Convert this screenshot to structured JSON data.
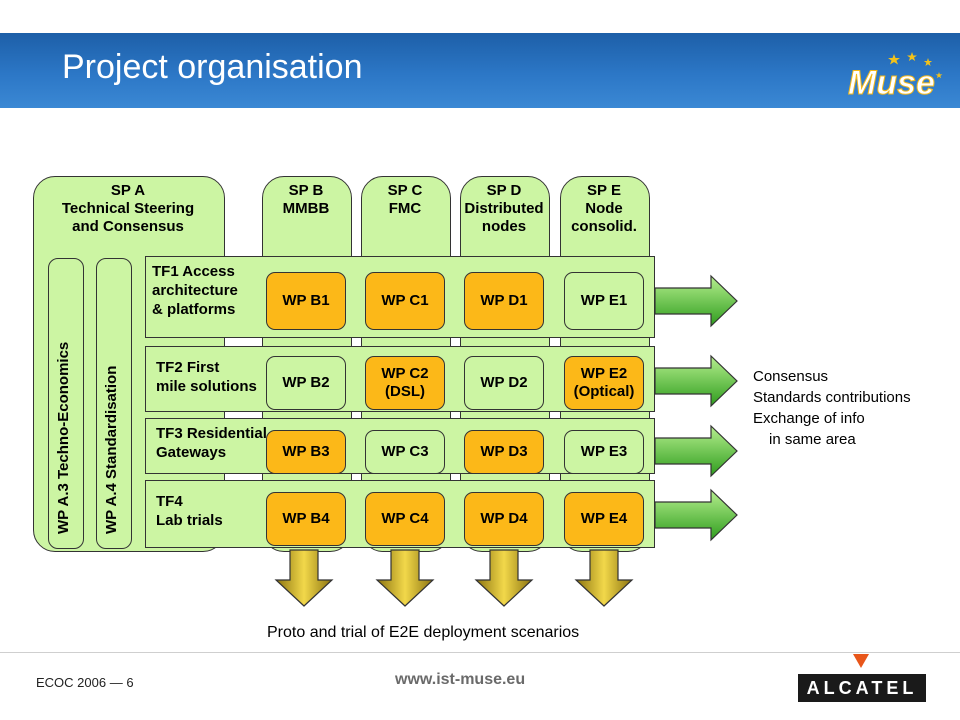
{
  "slide": {
    "title": "Project organisation",
    "logo_text": "Muse",
    "footer_left": "ECOC 2006 — 6",
    "footer_url": "www.ist-muse.eu",
    "alcatel": "ALCATEL"
  },
  "sp": {
    "a": [
      "SP A",
      "Technical Steering",
      "and Consensus"
    ],
    "b": [
      "SP B",
      "MMBB"
    ],
    "c": [
      "SP C",
      "FMC"
    ],
    "d": [
      "SP D",
      "Distributed",
      "nodes"
    ],
    "e": [
      "SP E",
      "Node",
      "consolid."
    ]
  },
  "vertical_wps": [
    "WP A.3 Techno-Economics",
    "WP A.4 Standardisation"
  ],
  "tf": [
    [
      "TF1 Access",
      "architecture",
      "& platforms"
    ],
    [
      "TF2 First",
      "mile solutions"
    ],
    [
      "TF3 Residential",
      "Gateways"
    ],
    [
      "TF4",
      "Lab trials"
    ]
  ],
  "wp": {
    "row1": [
      "WP B1",
      "WP C1",
      "WP D1",
      "WP E1"
    ],
    "row2": [
      "WP B2",
      "WP C2\n(DSL)",
      "WP D2",
      "WP E2\n(Optical)"
    ],
    "row3": [
      "WP B3",
      "WP C3",
      "WP D3",
      "WP E3"
    ],
    "row4": [
      "WP B4",
      "WP C4",
      "WP D4",
      "WP E4"
    ]
  },
  "side_text": [
    "Consensus",
    "Standards contributions",
    "Exchange of info",
    "in same area"
  ],
  "bottom_text": "Proto and trial of E2E deployment scenarios",
  "colors": {
    "header_blue": "#2c77c6",
    "green_fill": "#ccf5a3",
    "orange_fill": "#fcb818",
    "arrow_green": "#5bbf3a",
    "arrow_gold": "#c8a818"
  }
}
